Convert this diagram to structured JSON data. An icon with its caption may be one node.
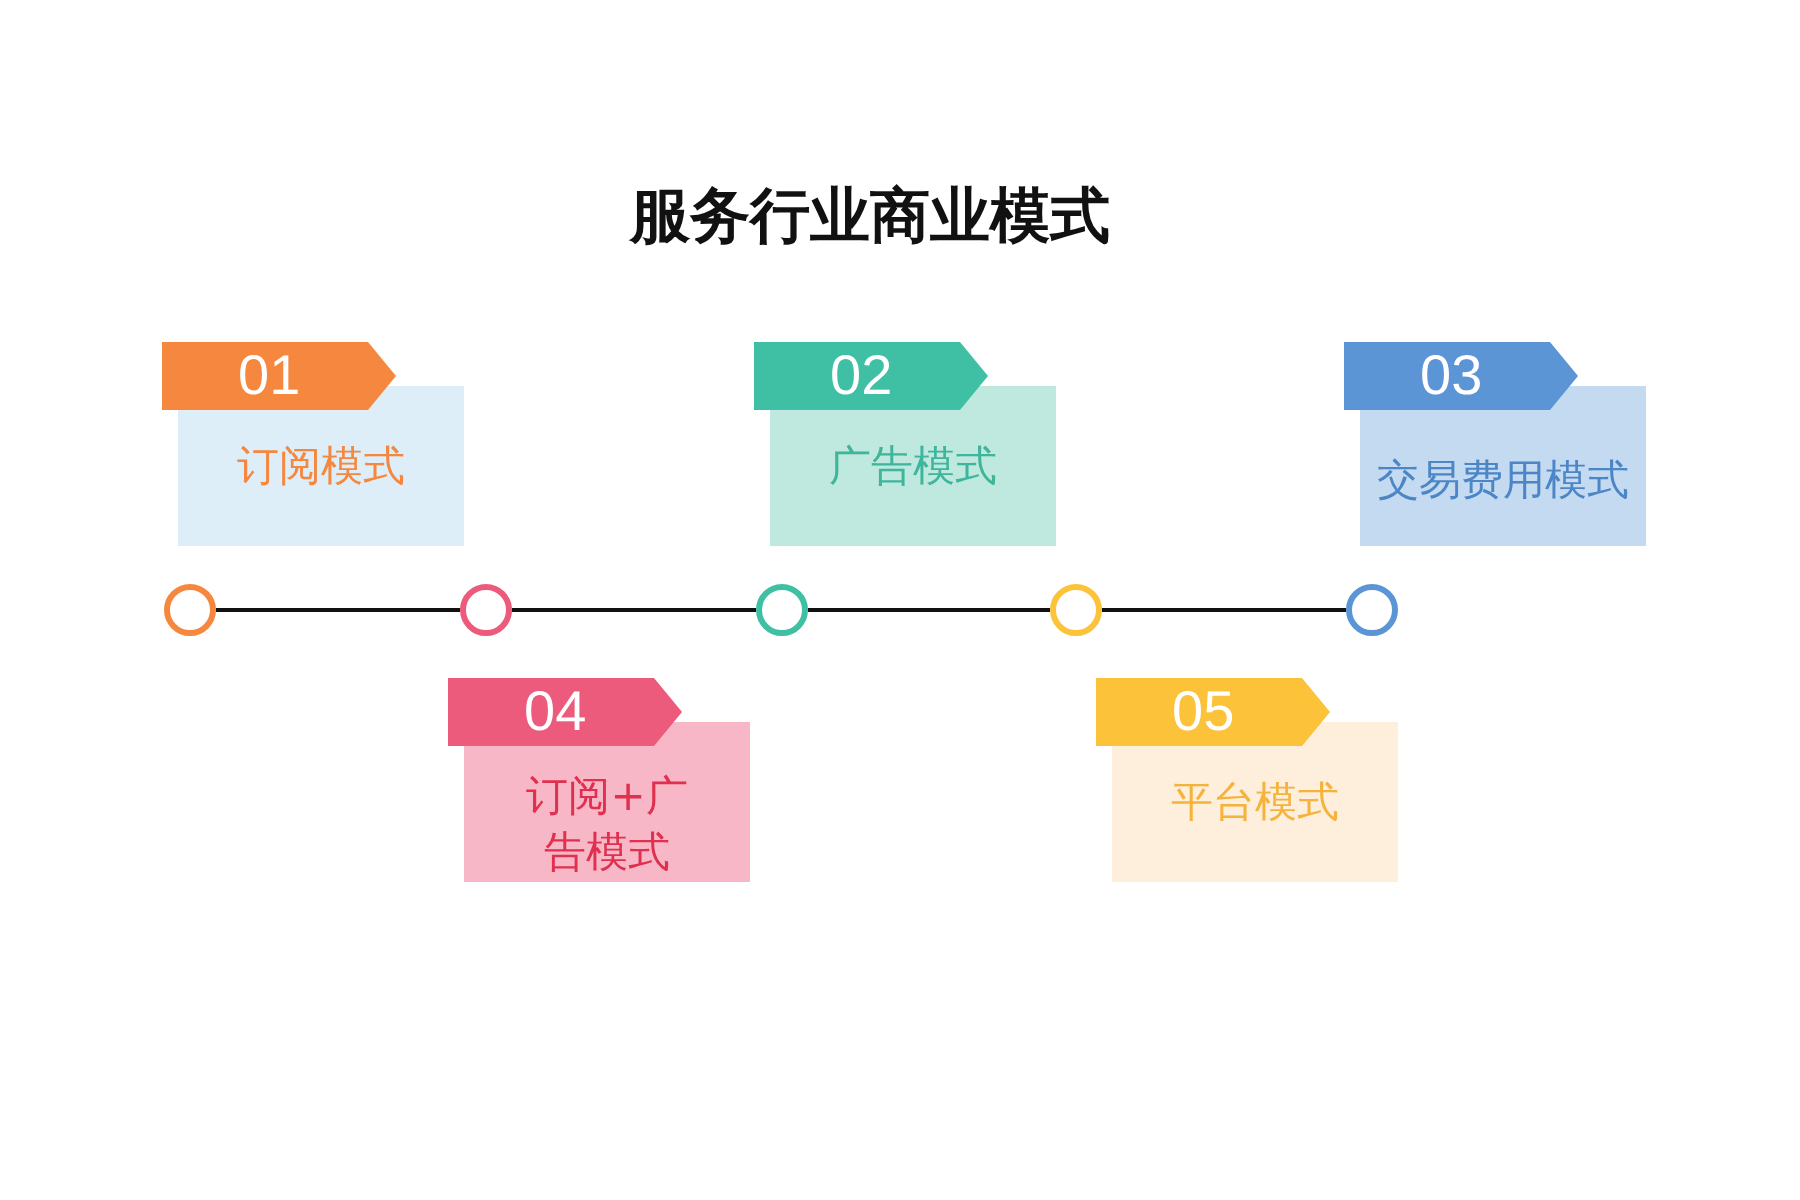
{
  "diagram": {
    "title": "服务行业商业模式",
    "nodes": [
      {
        "text": [
          "01",
          "订阅模式"
        ]
      },
      {
        "text": [
          "02",
          "广告模式"
        ]
      },
      {
        "text": [
          "03",
          "交易费用模式"
        ]
      },
      {
        "text": [
          "04",
          "订阅+广告模式"
        ]
      },
      {
        "text": [
          "05",
          "平台模式"
        ]
      },
      {
        "text": [],
        "shape": "circle"
      },
      {
        "text": [],
        "shape": "circle"
      },
      {
        "text": [],
        "shape": "circle"
      },
      {
        "text": [],
        "shape": "circle"
      },
      {
        "text": [],
        "shape": "circle"
      }
    ],
    "edges": [
      {
        "from": 5,
        "to": 6,
        "arrow": "none"
      },
      {
        "from": 6,
        "to": 7,
        "arrow": "none"
      },
      {
        "from": 7,
        "to": 8,
        "arrow": "none"
      },
      {
        "from": 8,
        "to": 9,
        "arrow": "none"
      }
    ]
  }
}
